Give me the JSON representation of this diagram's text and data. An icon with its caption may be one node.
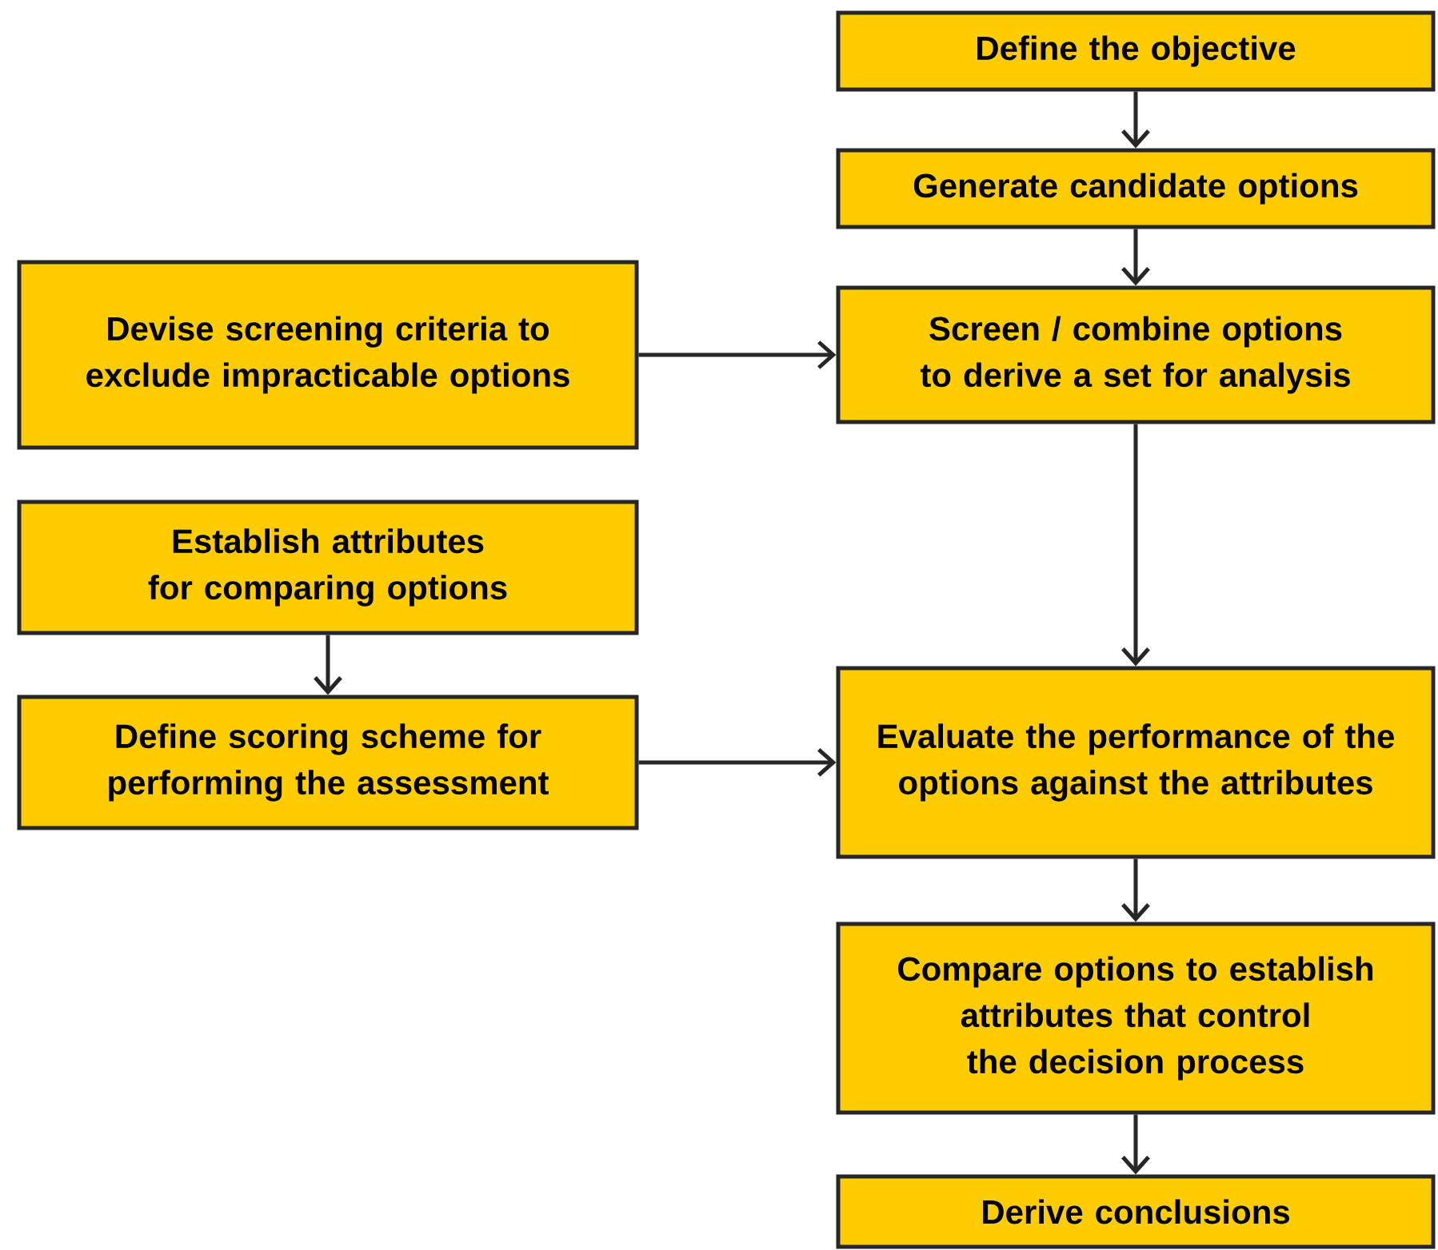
{
  "diagram": {
    "nodes": [
      {
        "text": [
          "Define the objective"
        ]
      },
      {
        "text": [
          "Generate candidate options"
        ]
      },
      {
        "text": [
          "Screen / combine options to derive a set for analysis"
        ]
      },
      {
        "text": [
          "Devise screening criteria to exclude impracticable options"
        ]
      },
      {
        "text": [
          "Establish attributes for comparing options"
        ]
      },
      {
        "text": [
          "Define scoring scheme for performing the assessment"
        ]
      },
      {
        "text": [
          "Evaluate the performance of the options against the attributes"
        ]
      },
      {
        "text": [
          "Compare options to establish attributes that control the decision process"
        ]
      },
      {
        "text": [
          "Derive conclusions"
        ]
      }
    ],
    "edges": [
      {
        "from": 0,
        "to": 1,
        "arrow": "to"
      },
      {
        "from": 1,
        "to": 2,
        "arrow": "to"
      },
      {
        "from": 3,
        "to": 2,
        "arrow": "to"
      },
      {
        "from": 2,
        "to": 6,
        "arrow": "to"
      },
      {
        "from": 4,
        "to": 5,
        "arrow": "to"
      },
      {
        "from": 5,
        "to": 6,
        "arrow": "to"
      },
      {
        "from": 6,
        "to": 7,
        "arrow": "to"
      },
      {
        "from": 7,
        "to": 8,
        "arrow": "to"
      }
    ]
  }
}
